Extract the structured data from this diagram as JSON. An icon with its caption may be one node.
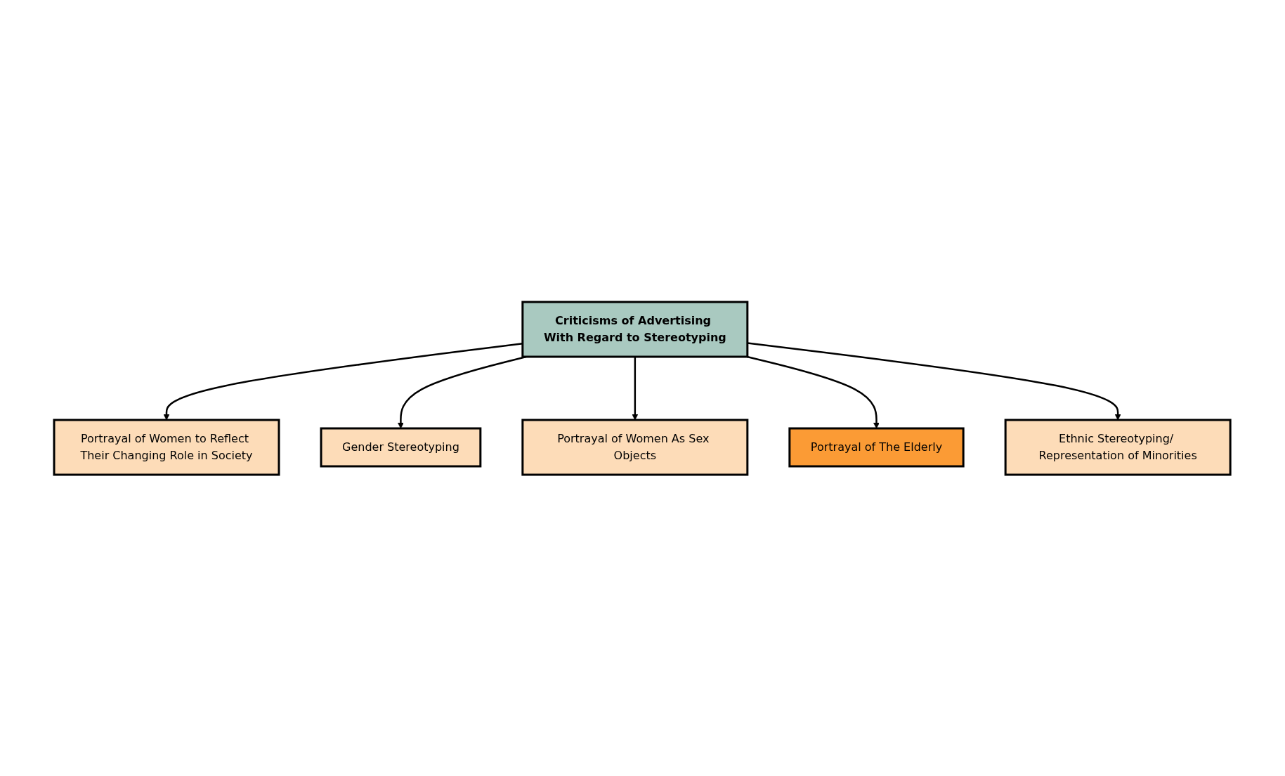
{
  "diagram": {
    "nodes": [
      {
        "text": [
          "Portrayal of Women to Reflect Their Changing Role in Society"
        ]
      },
      {
        "text": [
          "Gender Stereotyping"
        ]
      },
      {
        "text": [
          "Criticisms of Advertising With Regard to Stereotyping"
        ]
      },
      {
        "text": [
          "Portrayal of Women As Sex Objects"
        ]
      },
      {
        "text": [
          "Portrayal of The Elderly"
        ]
      },
      {
        "text": [
          "Ethnic Stereotyping/ Representation of Minorities"
        ]
      }
    ],
    "edges": [
      {
        "from": 2,
        "to": 0,
        "arrow": "to"
      },
      {
        "from": 2,
        "to": 1,
        "arrow": "to"
      },
      {
        "from": 2,
        "to": 3,
        "arrow": "to"
      },
      {
        "from": 2,
        "to": 4,
        "arrow": "to"
      },
      {
        "from": 2,
        "to": 5,
        "arrow": "to"
      }
    ]
  }
}
